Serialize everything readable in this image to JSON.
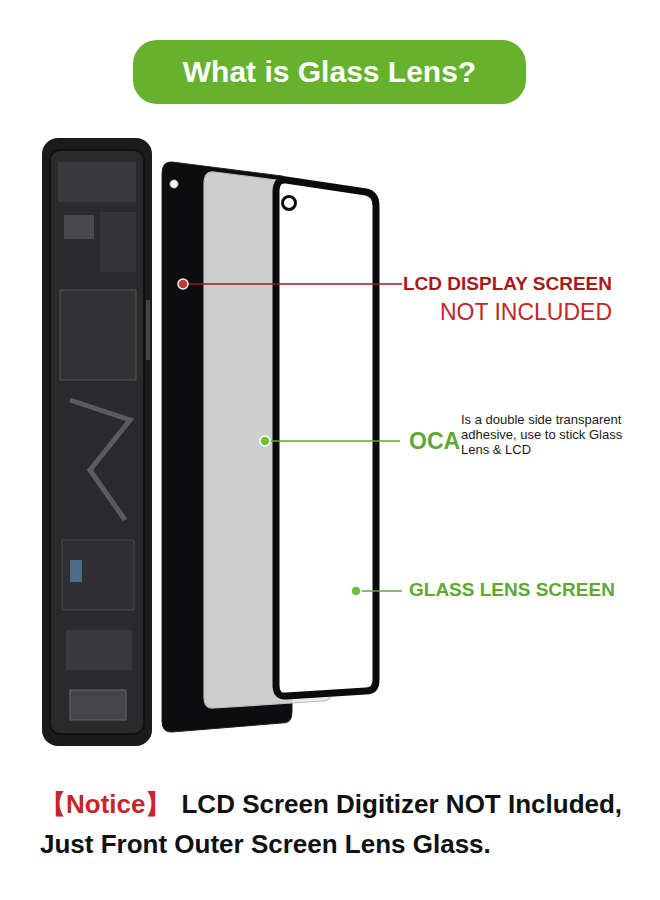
{
  "diagram": {
    "title": "What is Glass Lens?",
    "labels": [
      "LCD DISPLAY SCREEN",
      "NOT INCLUDED",
      "OCA",
      "Is a double side transparent adhesive, use to stick Glass Lens & LCD",
      "GLASS LENS SCREEN",
      "【Notice】",
      "LCD Screen Digitizer NOT Included, Just Front Outer Screen Lens Glass."
    ]
  }
}
